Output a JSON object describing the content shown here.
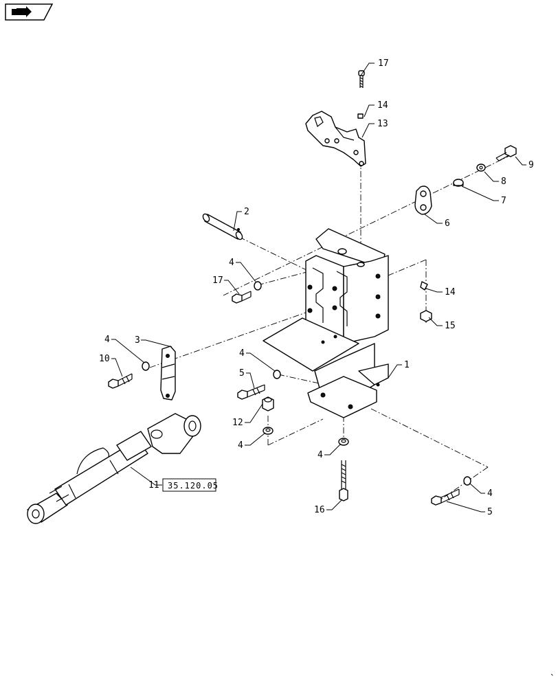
{
  "nav": {
    "icon": "previous-page-arrow-icon"
  },
  "callouts": [
    {
      "id": "c1",
      "text": "1"
    },
    {
      "id": "c2",
      "text": "2"
    },
    {
      "id": "c3",
      "text": "3"
    },
    {
      "id": "c4a",
      "text": "4"
    },
    {
      "id": "c4b",
      "text": "4"
    },
    {
      "id": "c4c",
      "text": "4"
    },
    {
      "id": "c4d",
      "text": "4"
    },
    {
      "id": "c4e",
      "text": "4"
    },
    {
      "id": "c4f",
      "text": "4"
    },
    {
      "id": "c5a",
      "text": "5"
    },
    {
      "id": "c5b",
      "text": "5"
    },
    {
      "id": "c6",
      "text": "6"
    },
    {
      "id": "c7",
      "text": "7"
    },
    {
      "id": "c8",
      "text": "8"
    },
    {
      "id": "c9",
      "text": "9"
    },
    {
      "id": "c10",
      "text": "10"
    },
    {
      "id": "c11",
      "text": "11"
    },
    {
      "id": "c12",
      "text": "12"
    },
    {
      "id": "c13",
      "text": "13"
    },
    {
      "id": "c14a",
      "text": "14"
    },
    {
      "id": "c14b",
      "text": "14"
    },
    {
      "id": "c15",
      "text": "15"
    },
    {
      "id": "c16",
      "text": "16"
    },
    {
      "id": "c17a",
      "text": "17"
    },
    {
      "id": "c17b",
      "text": "17"
    }
  ],
  "reference": {
    "text": "35.120.05"
  },
  "corner_mark": "`"
}
